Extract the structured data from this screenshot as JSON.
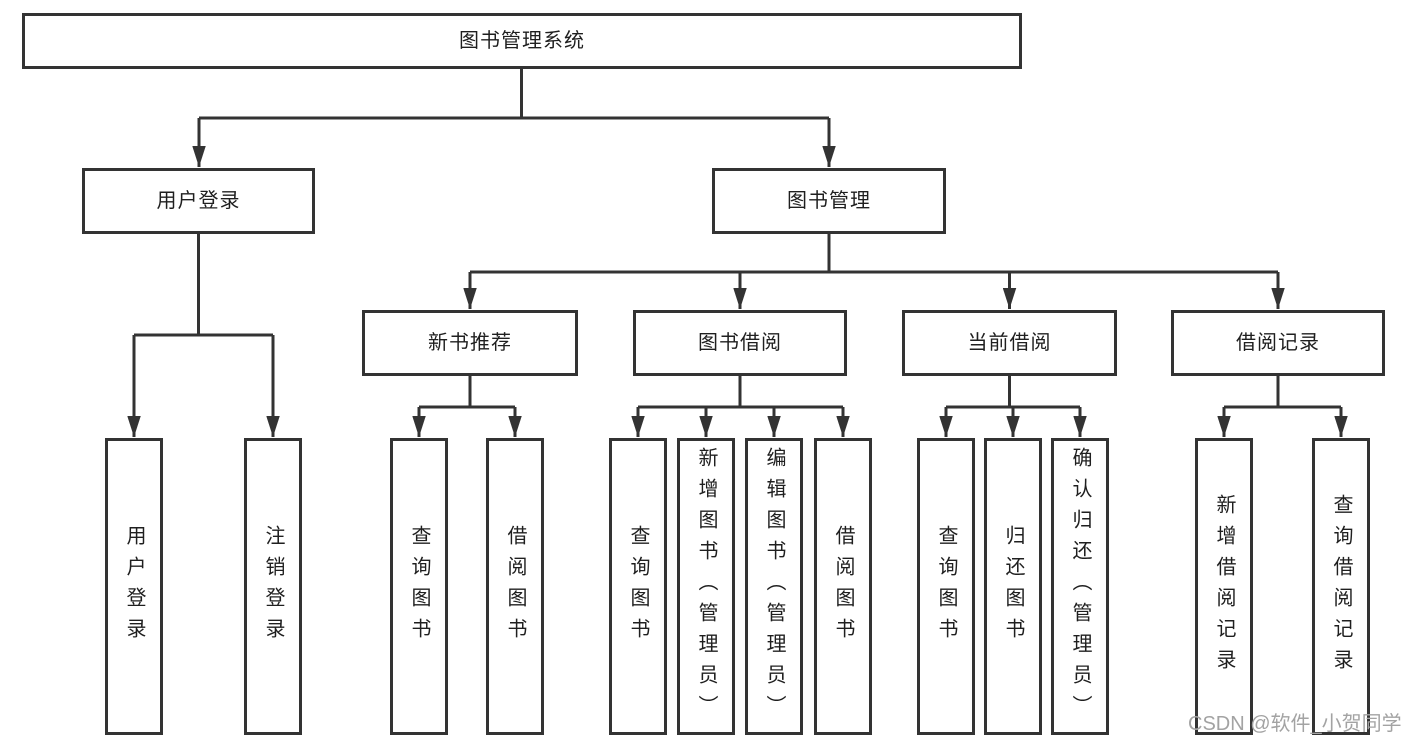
{
  "diagram": {
    "root": {
      "label": "图书管理系统"
    },
    "level2": [
      {
        "label": "用户登录"
      },
      {
        "label": "图书管理"
      }
    ],
    "level3": [
      {
        "label": "新书推荐"
      },
      {
        "label": "图书借阅"
      },
      {
        "label": "当前借阅"
      },
      {
        "label": "借阅记录"
      }
    ],
    "level4": [
      {
        "label": "用户登录"
      },
      {
        "label": "注销登录"
      },
      {
        "label": "查询图书"
      },
      {
        "label": "借阅图书"
      },
      {
        "label": "查询图书"
      },
      {
        "label": "新增图书（管理员）"
      },
      {
        "label": "编辑图书（管理员）"
      },
      {
        "label": "借阅图书"
      },
      {
        "label": "查询图书"
      },
      {
        "label": "归还图书"
      },
      {
        "label": "确认归还（管理员）"
      },
      {
        "label": "新增借阅记录"
      },
      {
        "label": "查询借阅记录"
      }
    ],
    "colors": {
      "line": "#333333",
      "box_border": "#333333",
      "box_fill": "#ffffff",
      "text": "#1f1f1f",
      "watermark": "#a3a3a3"
    }
  },
  "watermark": {
    "text": "CSDN @软件_小贺同学"
  }
}
